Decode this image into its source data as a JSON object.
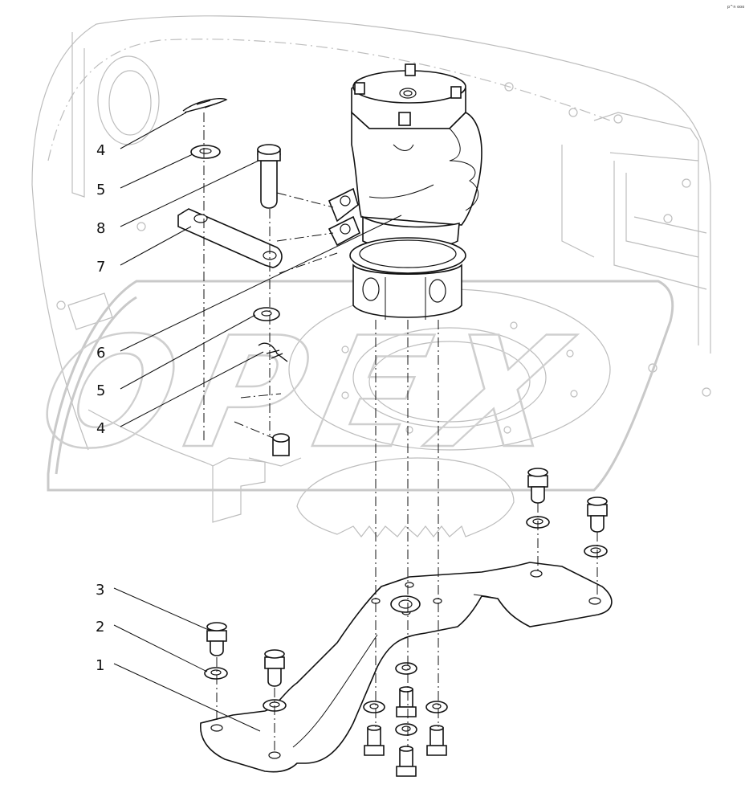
{
  "corner_code": "p^n ooo",
  "watermark": "OPEX",
  "callouts": [
    {
      "id": "c4a",
      "label": "4"
    },
    {
      "id": "c5a",
      "label": "5"
    },
    {
      "id": "c8",
      "label": "8"
    },
    {
      "id": "c7",
      "label": "7"
    },
    {
      "id": "c6",
      "label": "6"
    },
    {
      "id": "c5b",
      "label": "5"
    },
    {
      "id": "c4b",
      "label": "4"
    },
    {
      "id": "c3",
      "label": "3"
    },
    {
      "id": "c2",
      "label": "2"
    },
    {
      "id": "c1",
      "label": "1"
    }
  ]
}
